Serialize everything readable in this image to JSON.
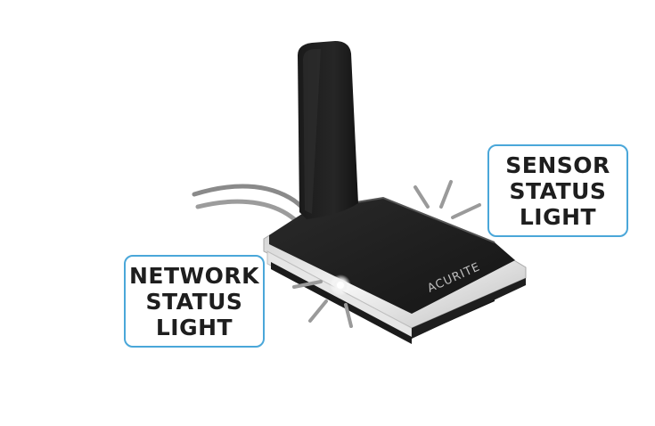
{
  "brand": "ACURITE",
  "callouts": {
    "sensor": {
      "lines": [
        "SENSOR",
        "STATUS",
        "LIGHT"
      ]
    },
    "network": {
      "lines": [
        "NETWORK",
        "STATUS",
        "LIGHT"
      ]
    }
  },
  "colors": {
    "callout_border": "#4aa7d9",
    "device_body": "#1c1c1c",
    "device_edge": "#d6d6d6",
    "ray": "#9a9a9a"
  }
}
